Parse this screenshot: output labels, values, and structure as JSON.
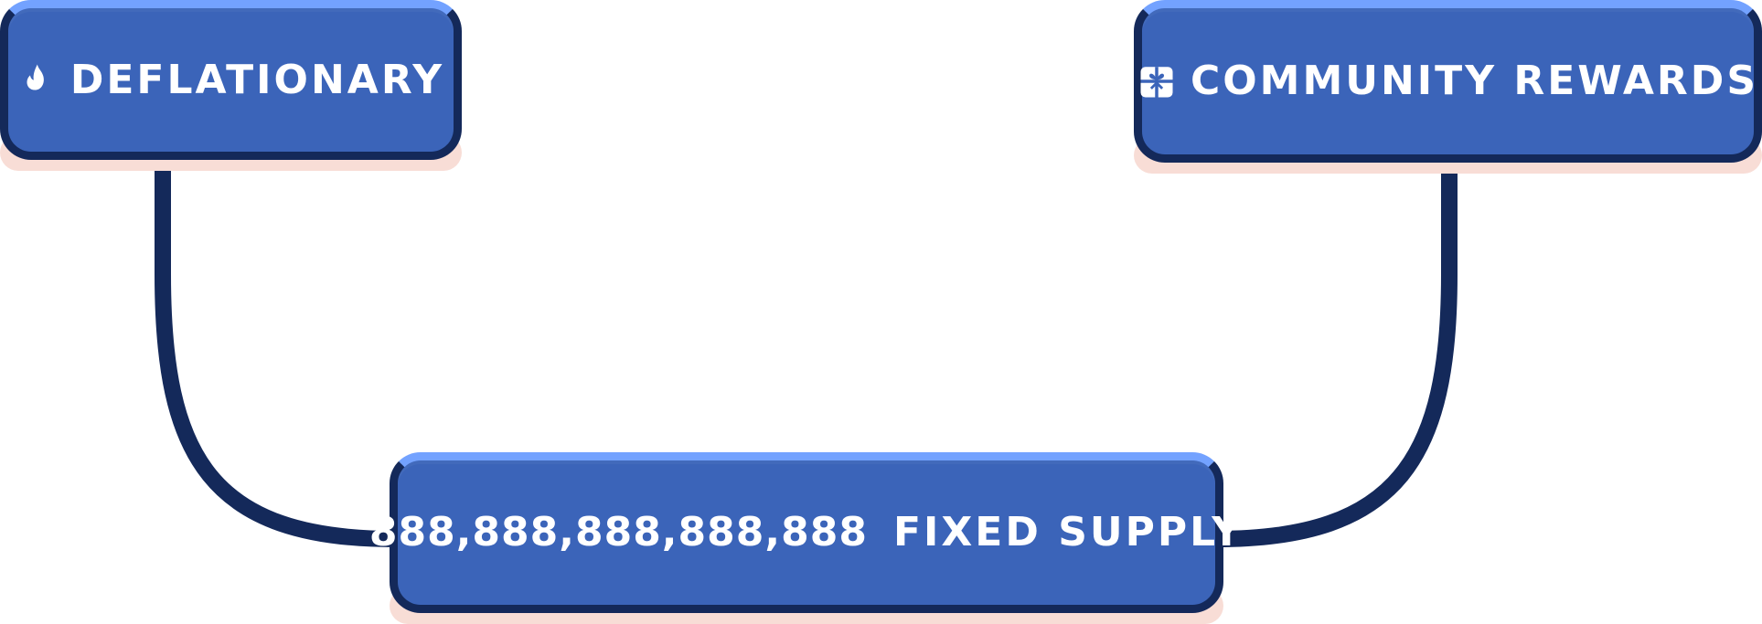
{
  "diagram": {
    "nodes": {
      "deflationary": {
        "label": "DEFLATIONARY",
        "icon": "flame-icon"
      },
      "community_rewards": {
        "label": "COMMUNITY REWARDS",
        "icon": "gift-icon"
      },
      "fixed_supply": {
        "value": "888,888,888,888,888",
        "label": "FIXED SUPPLY"
      }
    },
    "edges": [
      {
        "from": "deflationary",
        "to": "fixed_supply"
      },
      {
        "from": "community_rewards",
        "to": "fixed_supply"
      }
    ],
    "colors": {
      "node_fill": "#3b64b9",
      "node_border": "#14295a",
      "node_highlight": "#73a2ff",
      "node_shadow": "#f8ddd6",
      "connector": "#14295a",
      "text": "#ffffff"
    }
  }
}
